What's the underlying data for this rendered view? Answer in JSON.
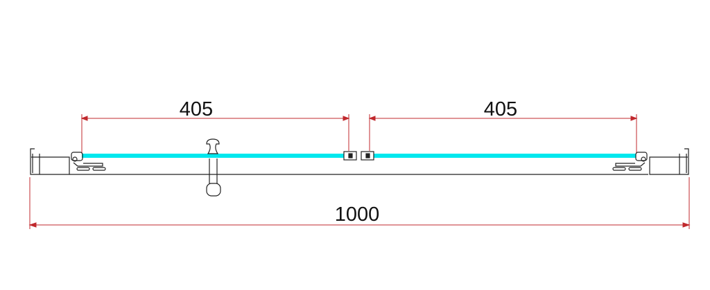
{
  "dimensions": {
    "left_panel": "405",
    "right_panel": "405",
    "total_width": "1000"
  },
  "colors": {
    "glass": "#00e8ee",
    "dimension_line": "#c0282d",
    "outline": "#222222"
  }
}
